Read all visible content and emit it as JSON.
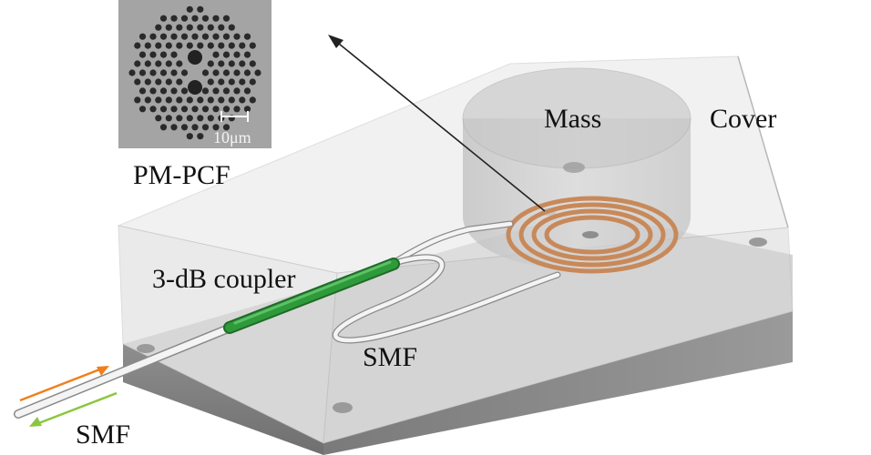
{
  "labels": {
    "mass": "Mass",
    "cover": "Cover",
    "pmpcf": "PM-PCF",
    "coupler": "3-dB coupler",
    "smf_middle": "SMF",
    "smf_bottom": "SMF",
    "scale_bar": "10μm"
  },
  "colors": {
    "fiber": "#f2f2f2",
    "coupler": "#2f9a3a",
    "coil": "#c8895a",
    "arrow_in": "#f07f1c",
    "arrow_out": "#8cc63f",
    "pcf_hole": "#2a2a2a",
    "pcf_bg": "#a4a4a4"
  }
}
